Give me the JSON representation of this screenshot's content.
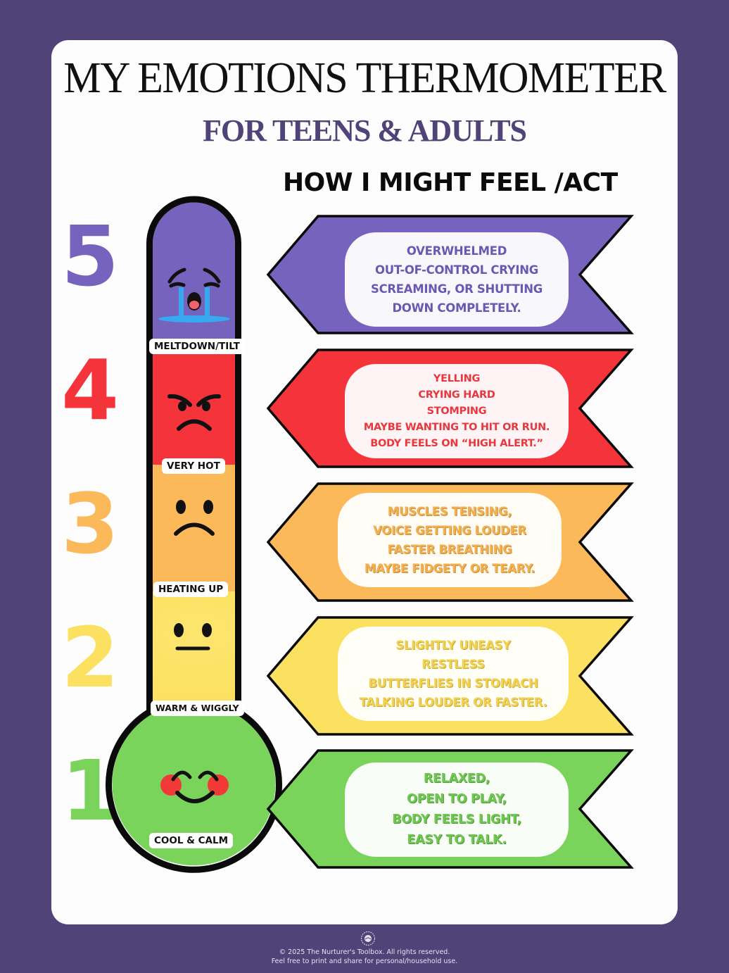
{
  "header": {
    "title": "MY EMOTIONS THERMOMETER",
    "subtitle": "FOR TEENS & ADULTS",
    "section_heading": "HOW I MIGHT FEEL /ACT"
  },
  "colors": {
    "background": "#4f4378",
    "card": "#fdfdfd",
    "level_5": "#7563bd",
    "level_4": "#f5333a",
    "level_3": "#fbb95a",
    "level_2": "#fce060",
    "level_1": "#7ad45c",
    "tear_blue": "#36a9f0",
    "cheek_red": "#f13a38",
    "outline": "#0a0a0a"
  },
  "levels": [
    {
      "number": "5",
      "label": "MELTDOWN/TILT",
      "face_icon": "crying-face-icon",
      "text_color": "#6a58b3",
      "lines": [
        "OVERWHELMED",
        "OUT-OF-CONTROL CRYING",
        "SCREAMING, OR SHUTTING",
        "DOWN COMPLETELY."
      ]
    },
    {
      "number": "4",
      "label": "VERY HOT",
      "face_icon": "angry-face-icon",
      "text_color": "#e8383e",
      "lines": [
        "YELLING",
        "CRYING HARD",
        "STOMPING",
        "MAYBE WANTING TO HIT OR RUN.",
        "BODY FEELS ON “HIGH ALERT.”"
      ]
    },
    {
      "number": "3",
      "label": "HEATING UP",
      "face_icon": "sad-face-icon",
      "text_color": "#f3b04f",
      "lines": [
        "MUSCLES TENSING,",
        "VOICE GETTING LOUDER",
        "FASTER BREATHING",
        "MAYBE FIDGETY OR TEARY."
      ]
    },
    {
      "number": "2",
      "label": "WARM & WIGGLY",
      "face_icon": "neutral-face-icon",
      "text_color": "#f2d14f",
      "lines": [
        "SLIGHTLY UNEASY",
        "RESTLESS",
        "BUTTERFLIES IN STOMACH",
        "TALKING LOUDER OR FASTER."
      ]
    },
    {
      "number": "1",
      "label": "COOL & CALM",
      "face_icon": "happy-face-icon",
      "text_color": "#6fc752",
      "lines": [
        "RELAXED,",
        "OPEN TO PLAY,",
        "BODY FEELS LIGHT,",
        "EASY TO TALK."
      ]
    }
  ],
  "footer": {
    "logo_icon": "nurturers-toolbox-logo-icon",
    "copyright": "© 2025 The Nurturer's Toolbox. All rights reserved.",
    "usage": "Feel free to print and share for personal/household use."
  }
}
